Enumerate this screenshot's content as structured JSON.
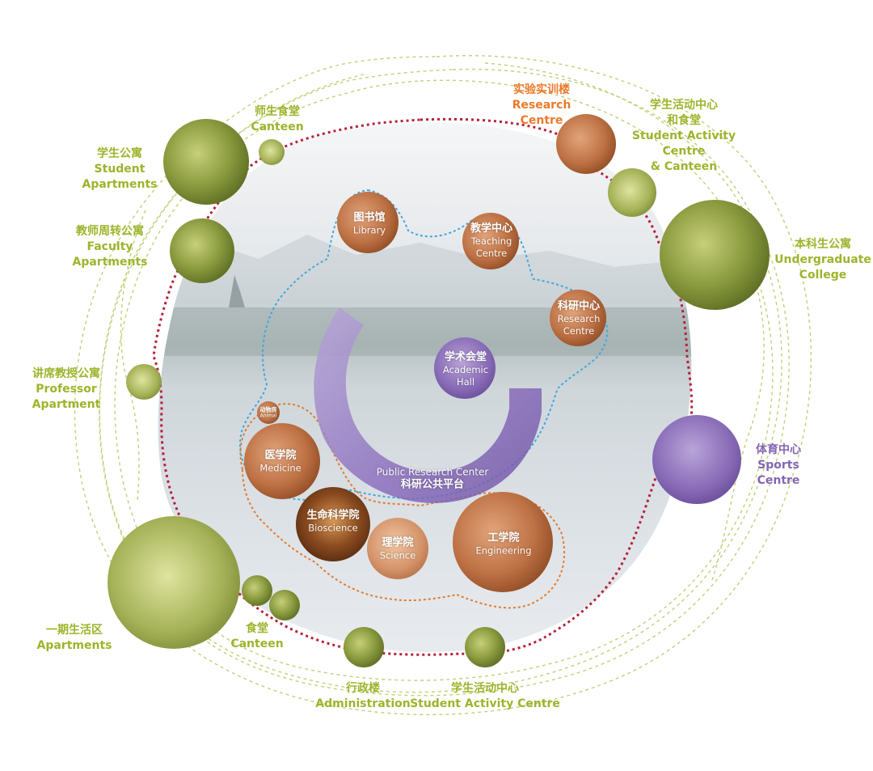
{
  "outer_ring": {
    "research_centre": {
      "zh": "实验实训楼",
      "en": [
        "Research",
        "Centre"
      ]
    },
    "student_activity_canteen": {
      "zh": [
        "学生活动中心",
        "和食堂"
      ],
      "en": [
        "Student Activity",
        "Centre",
        "& Canteen"
      ]
    },
    "undergraduate_college": {
      "zh": "本科生公寓",
      "en": [
        "Undergraduate",
        "College"
      ]
    },
    "sports_centre": {
      "zh": "体育中心",
      "en": [
        "Sports",
        "Centre"
      ]
    },
    "student_activity_centre": {
      "zh": "学生活动中心",
      "en": "Student Activity Centre"
    },
    "administration": {
      "zh": "行政楼",
      "en": "Administration"
    },
    "canteen_bottom": {
      "zh": "食堂",
      "en": "Canteen"
    },
    "apartments_phase1": {
      "zh": "一期生活区",
      "en": "Apartments"
    },
    "professor_apartment": {
      "zh": "讲席教授公寓",
      "en": [
        "Professor",
        "Apartment"
      ]
    },
    "faculty_apartments": {
      "zh": "教师周转公寓",
      "en": [
        "Faculty",
        "Apartments"
      ]
    },
    "student_apartments": {
      "zh": "学生公寓",
      "en": [
        "Student",
        "Apartments"
      ]
    },
    "canteen_top": {
      "zh": "师生食堂",
      "en": "Canteen"
    }
  },
  "inner_ring": {
    "library": {
      "zh": "图书馆",
      "en": "Library"
    },
    "teaching_centre": {
      "zh": "教学中心",
      "en": [
        "Teaching",
        "Centre"
      ]
    },
    "research_centre": {
      "zh": "科研中心",
      "en": [
        "Research",
        "Centre"
      ]
    },
    "academic_hall": {
      "zh": "学术会堂",
      "en": [
        "Academic",
        "Hall"
      ]
    },
    "public_research_center": {
      "en": "Public Research Center",
      "zh": "科研公共平台"
    },
    "animal": {
      "zh": "动物房",
      "en": "Animal"
    },
    "medicine": {
      "zh": "医学院",
      "en": "Medicine"
    },
    "bioscience": {
      "zh": "生命科学院",
      "en": "Bioscience"
    },
    "science": {
      "zh": "理学院",
      "en": "Science"
    },
    "engineering": {
      "zh": "工学院",
      "en": "Engineering"
    }
  },
  "colors": {
    "green_label": "#9bb52b",
    "orange_label": "#ec7a2a",
    "purple_label": "#8466b3",
    "outer_dashed": "#b5213a",
    "inner_dashed": "#3fa7dc",
    "schools_dashed": "#e27b2d",
    "green_paths": "#b9cf6a"
  },
  "icons": [
    "lake-background",
    "photo-circles"
  ]
}
